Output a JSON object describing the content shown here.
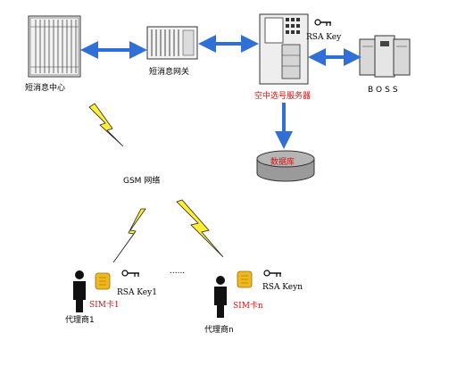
{
  "nodes": {
    "sms_center": "短消息中心",
    "sms_gateway": "短消息网关",
    "ota_server": "空中选号服务器",
    "rsa_key": "RSA Key",
    "boss": "BOSS",
    "database": "数据库",
    "gsm_network": "GSM 网络"
  },
  "agents": [
    {
      "sim": "SIM卡1",
      "key": "RSA Key1",
      "name": "代理商1"
    },
    {
      "sim": "SIM卡n",
      "key": "RSA Keyn",
      "name": "代理商n"
    }
  ],
  "ellipsis": "......",
  "colors": {
    "arrow": "#2f6fd6",
    "highlight": "#d01515",
    "lightning_fill": "#ffee33",
    "database_fill": "#9a9a9a"
  }
}
